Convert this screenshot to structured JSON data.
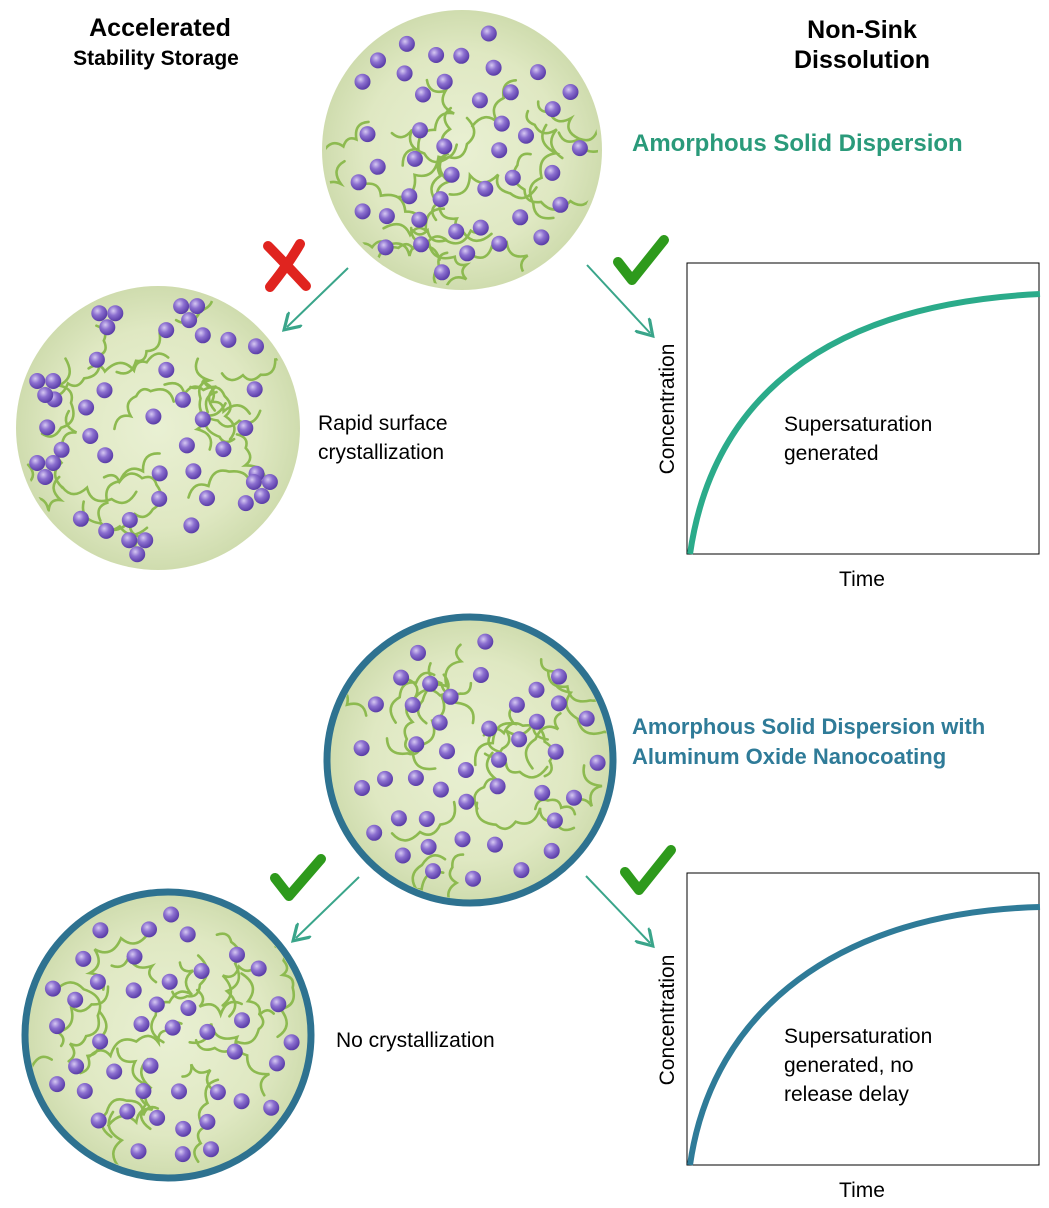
{
  "headers": {
    "left_line1": "Accelerated",
    "left_line2": "Stability Storage",
    "right_line1": "Non-Sink",
    "right_line2": "Dissolution"
  },
  "top_row": {
    "title": "Amorphous Solid Dispersion",
    "title_color": "#2a9a7a",
    "storage_result": "Rapid surface",
    "storage_result_line2": "crystallization",
    "storage_mark": "x-mark-icon",
    "dissolution_mark": "checkmark-icon",
    "chart_text_line1": "Supersaturation",
    "chart_text_line2": "generated",
    "curve_color": "#2bab8a"
  },
  "bottom_row": {
    "title_line1": "Amorphous Solid Dispersion with",
    "title_line2": "Aluminum Oxide Nanocoating",
    "title_color": "#2f7b98",
    "storage_result": "No crystallization",
    "storage_mark": "checkmark-icon",
    "dissolution_mark": "checkmark-icon",
    "chart_text_line1": "Supersaturation",
    "chart_text_line2": "generated, no",
    "chart_text_line3": "release delay",
    "curve_color": "#2f7b98"
  },
  "axes": {
    "xlabel": "Time",
    "ylabel": "Concentration"
  },
  "colors": {
    "particle_fill": "#dfe8c2",
    "polymer": "#8dba50",
    "drug": "#7e62c3",
    "coating": "#2e7290",
    "arrow": "#3aa58a",
    "check": "#2e9a1c",
    "cross": "#e0241f"
  }
}
